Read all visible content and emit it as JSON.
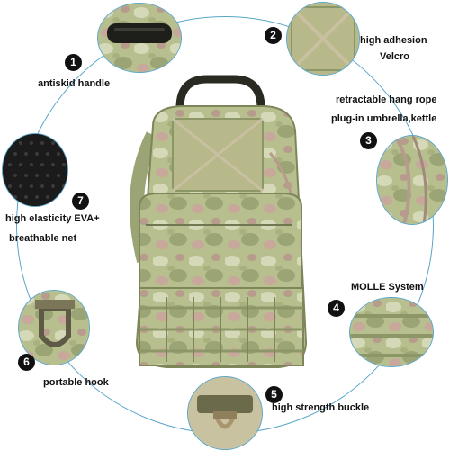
{
  "features": [
    {
      "number": "1",
      "label": "antiskid handle"
    },
    {
      "number": "2",
      "line1": "high adhesion",
      "line2": "Velcro"
    },
    {
      "number": "3",
      "line1": "retractable hang rope",
      "line2": "plug-in umbrella,kettle"
    },
    {
      "number": "4",
      "label": "MOLLE System"
    },
    {
      "number": "5",
      "label": "high strength buckle"
    },
    {
      "number": "6",
      "label": "portable hook"
    },
    {
      "number": "7",
      "line1": "high elasticity EVA+",
      "line2": "breathable net"
    }
  ],
  "colors": {
    "ring": "#5aa6c8",
    "camo_base": "#b7bf8e",
    "camo_light": "#d5d9b8",
    "camo_dark": "#8c9667",
    "camo_pink": "#b79b8c",
    "badge": "#111111"
  }
}
